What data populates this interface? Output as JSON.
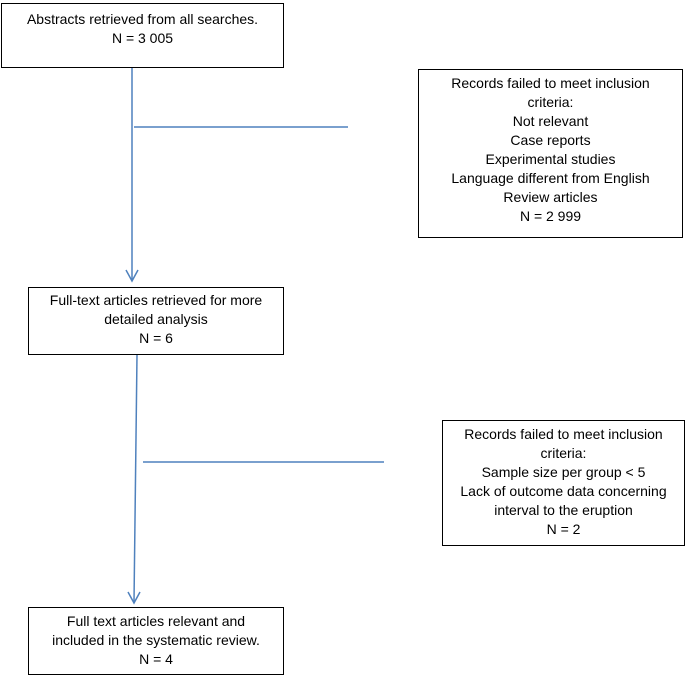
{
  "boxes": {
    "abstracts": {
      "lines": [
        "Abstracts retrieved from all searches.",
        "N = 3 005"
      ]
    },
    "exclusion_1": {
      "lines": [
        "Records failed to meet inclusion",
        "criteria:",
        "Not relevant",
        "Case reports",
        "Experimental studies",
        "Language different from English",
        "Review articles",
        "N = 2 999"
      ]
    },
    "fulltext": {
      "lines": [
        "Full-text articles retrieved for more",
        "detailed analysis",
        "N = 6"
      ]
    },
    "exclusion_2": {
      "lines": [
        "Records failed to meet inclusion",
        "criteria:",
        "Sample size per group < 5",
        "Lack of outcome data concerning",
        "interval to the eruption",
        "N = 2"
      ]
    },
    "included": {
      "lines": [
        "Full text articles relevant and",
        "included in the systematic review.",
        "N = 4"
      ]
    }
  },
  "colors": {
    "connector": "#4f81bd",
    "border": "#000000"
  }
}
